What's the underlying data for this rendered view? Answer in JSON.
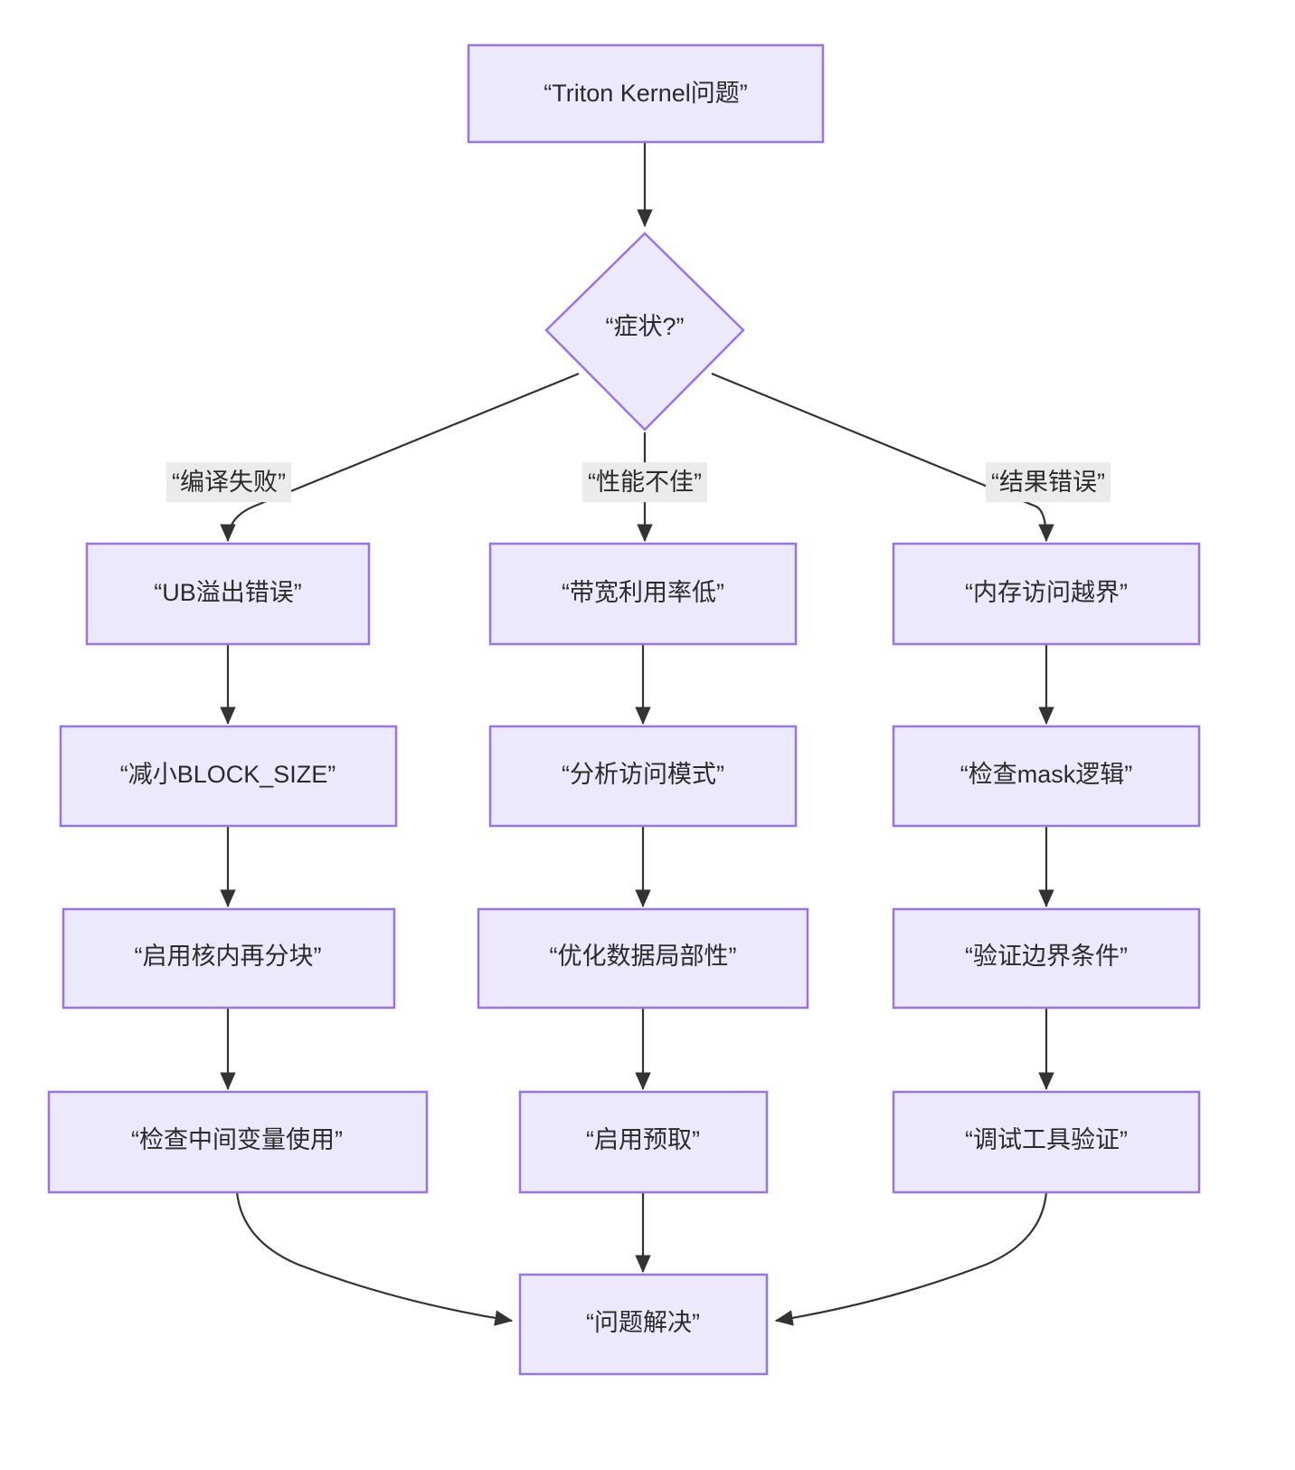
{
  "diagram": {
    "type": "flowchart",
    "direction": "top-down",
    "title_node": {
      "id": "start",
      "label": "“Triton Kernel问题”",
      "shape": "rectangle"
    },
    "decision": {
      "id": "symptom",
      "label": "“症状?”",
      "shape": "diamond"
    },
    "branches": [
      {
        "edge_label": "“编译失败”",
        "steps": [
          "“UB溢出错误”",
          "“减小BLOCK_SIZE”",
          "“启用核内再分块”",
          "“检查中间变量使用”"
        ]
      },
      {
        "edge_label": "“性能不佳”",
        "steps": [
          "“带宽利用率低”",
          "“分析访问模式”",
          "“优化数据局部性”",
          "“启用预取”"
        ]
      },
      {
        "edge_label": "“结果错误”",
        "steps": [
          "“内存访问越界”",
          "“检查mask逻辑”",
          "“验证边界条件”",
          "“调试工具验证”"
        ]
      }
    ],
    "end_node": {
      "id": "resolved",
      "label": "“问题解决”",
      "shape": "rectangle"
    },
    "colors": {
      "node_fill": "#ebe9fb",
      "node_stroke": "#9a74e6",
      "edge_stroke": "#333333",
      "edge_label_bg": "#ebebeb",
      "text": "#2b2b2b",
      "background": "#ffffff"
    }
  }
}
